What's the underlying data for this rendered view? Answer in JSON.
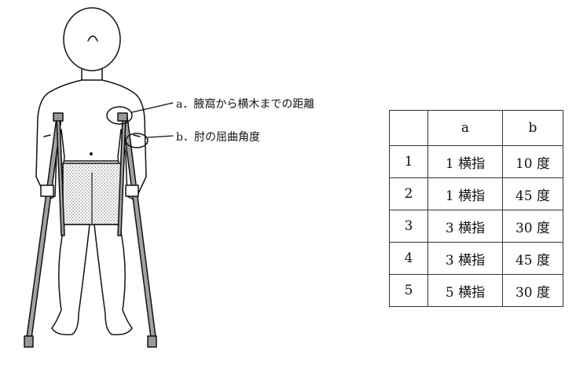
{
  "labels": {
    "a": "a．腋窩から横木までの距離",
    "b": "b．肘の屈曲角度"
  },
  "table": {
    "headers": [
      "",
      "a",
      "b"
    ],
    "rows": [
      [
        "1",
        "1 横指",
        "10 度"
      ],
      [
        "2",
        "1 横指",
        "45 度"
      ],
      [
        "3",
        "3 横指",
        "30 度"
      ],
      [
        "4",
        "3 横指",
        "45 度"
      ],
      [
        "5",
        "5 横指",
        "30 度"
      ]
    ]
  }
}
